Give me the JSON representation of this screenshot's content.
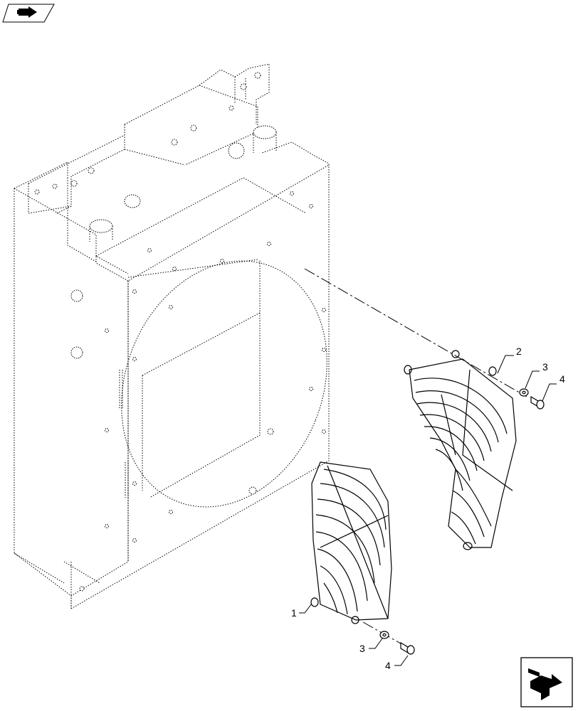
{
  "callouts": {
    "guard_upper": "2",
    "washer_upper": "3",
    "bolt_upper": "4",
    "guard_lower": "1",
    "washer_lower": "3",
    "bolt_lower": "4"
  },
  "icons": {
    "top_left": "assembly-arrow-icon",
    "bottom_right": "next-page-arrow-icon"
  },
  "colors": {
    "line": "#000000",
    "background": "#ffffff"
  }
}
